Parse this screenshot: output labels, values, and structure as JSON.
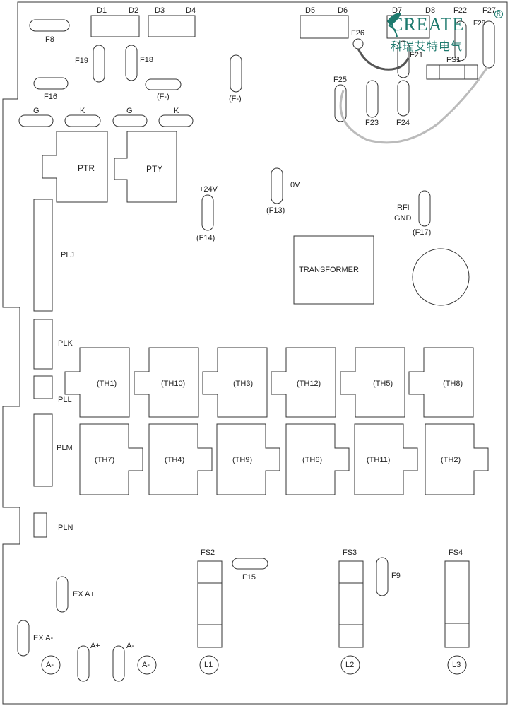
{
  "labels": {
    "d1": "D1",
    "d2": "D2",
    "d3": "D3",
    "d4": "D4",
    "d5": "D5",
    "d6": "D6",
    "d7": "D7",
    "d8": "D8",
    "f8": "F8",
    "f9": "F9",
    "f13": "(F13)",
    "f14": "(F14)",
    "f15": "F15",
    "f16": "F16",
    "f17": "(F17)",
    "f18": "F18",
    "f19": "F19",
    "f21": "F21",
    "f22": "F22",
    "f23": "F23",
    "f24": "F24",
    "f25": "F25",
    "f26": "F26",
    "f27": "F27",
    "f28": "F28",
    "fminus_a": "(F-)",
    "fminus_b": "(F-)",
    "fs1": "FS1",
    "fs2": "FS2",
    "fs3": "FS3",
    "fs4": "FS4",
    "g1": "G",
    "k1": "K",
    "g2": "G",
    "k2": "K",
    "ptr": "PTR",
    "pty": "PTY",
    "plus24v": "+24V",
    "zero_v": "0V",
    "rfi": "RFI",
    "gnd": "GND",
    "transformer": "TRANSFORMER",
    "plj": "PLJ",
    "plk": "PLK",
    "pll": "PLL",
    "plm": "PLM",
    "pln": "PLN",
    "th_top": [
      "(TH1)",
      "(TH10)",
      "(TH3)",
      "(TH12)",
      "(TH5)",
      "(TH8)"
    ],
    "th_bottom": [
      "(TH7)",
      "(TH4)",
      "(TH9)",
      "(TH6)",
      "(TH11)",
      "(TH2)"
    ],
    "exa_plus": "EX A+",
    "exa_minus": "EX A-",
    "a_plus": "A+",
    "a_minus": "A-",
    "a_minus_circle_1": "A-",
    "a_minus_circle_2": "A-",
    "l1": "L1",
    "l2": "L2",
    "l3": "L3"
  },
  "logo": {
    "text": "CREATE",
    "subtitle": "科瑞艾特电气",
    "registered": "R",
    "color": "#1e7a6e"
  }
}
